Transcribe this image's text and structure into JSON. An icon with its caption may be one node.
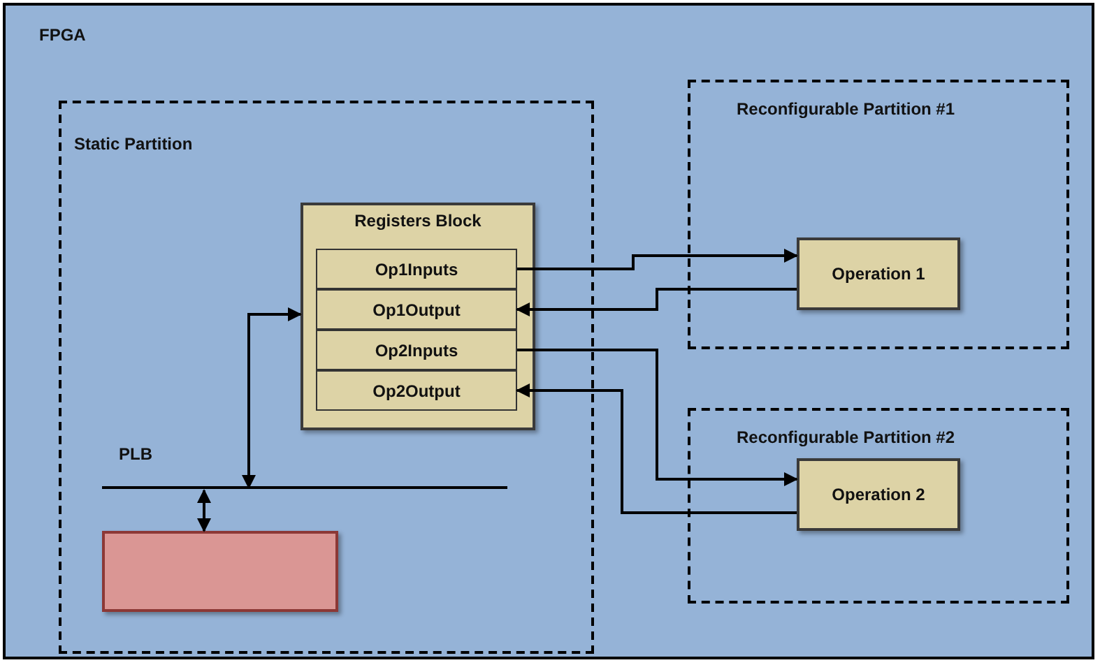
{
  "diagram": {
    "nodes": [
      {
        "text": [
          "FPGA"
        ]
      },
      {
        "text": [
          "Static Partition"
        ],
        "in": 0
      },
      {
        "text": [
          "Registers Block"
        ],
        "in": 1
      },
      {
        "text": [
          "Op1Inputs"
        ],
        "in": 2
      },
      {
        "text": [
          "Op1Output"
        ],
        "in": 2
      },
      {
        "text": [
          "Op2Inputs"
        ],
        "in": 2
      },
      {
        "text": [
          "Op2Output"
        ],
        "in": 2
      },
      {
        "text": [
          "PLB"
        ],
        "in": 1
      },
      {
        "text": [],
        "shape": "box",
        "in": 1
      },
      {
        "text": [
          "Reconfigurable  Partition #1"
        ],
        "in": 0
      },
      {
        "text": [
          "Operation 1"
        ],
        "in": 9
      },
      {
        "text": [
          "Reconfigurable  Partition #2"
        ],
        "in": 0
      },
      {
        "text": [
          "Operation 2"
        ],
        "in": 11
      }
    ],
    "edges": [
      {
        "from": 3,
        "to": 10,
        "arrow": "to"
      },
      {
        "from": 10,
        "to": 4,
        "arrow": "to"
      },
      {
        "from": 5,
        "to": 12,
        "arrow": "to"
      },
      {
        "from": 12,
        "to": 6,
        "arrow": "to"
      },
      {
        "from": 7,
        "to": 2,
        "arrow": "both"
      },
      {
        "from": 7,
        "to": 8,
        "arrow": "both"
      }
    ]
  }
}
